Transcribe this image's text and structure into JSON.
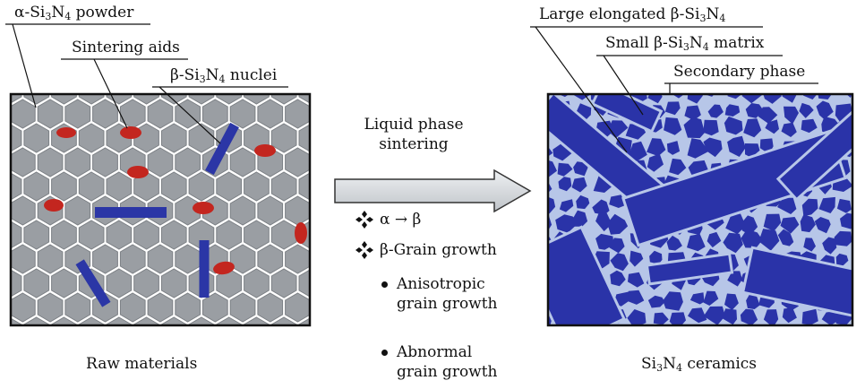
{
  "left_panel": {
    "label_powder": {
      "pre": "α-Si",
      "s1": "3",
      "mid": "N",
      "s2": "4",
      "post": " powder"
    },
    "label_aids": "Sintering aids",
    "label_nuclei": {
      "pre": "β-Si",
      "s1": "3",
      "mid": "N",
      "s2": "4",
      "post": " nuclei"
    },
    "caption": "Raw materials"
  },
  "process": {
    "title_line1": "Liquid phase",
    "title_line2": "sintering",
    "step1": "α → β",
    "step2": "β-Grain growth",
    "sub1_line1": "Anisotropic",
    "sub1_line2": "grain growth",
    "sub2_line1": "Abnormal",
    "sub2_line2": "grain growth"
  },
  "right_panel": {
    "label_large": {
      "pre": "Large elongated β-Si",
      "s1": "3",
      "mid": "N",
      "s2": "4",
      "post": ""
    },
    "label_small": {
      "pre": "Small β-Si",
      "s1": "3",
      "mid": "N",
      "s2": "4",
      "post": " matrix"
    },
    "label_secondary": "Secondary phase",
    "caption": {
      "pre": "Si",
      "s1": "3",
      "mid": "N",
      "s2": "4",
      "post": " ceramics"
    }
  },
  "colors": {
    "hexagon_fill": "#9a9ea3",
    "hexagon_edge": "#7c8085",
    "sintering_aid": "#c3261f",
    "nuclei": "#2b36a6",
    "grain": "#2a33a8",
    "secondary_phase": "#b7c6e8",
    "arrow_fill": "#d2d6da"
  }
}
